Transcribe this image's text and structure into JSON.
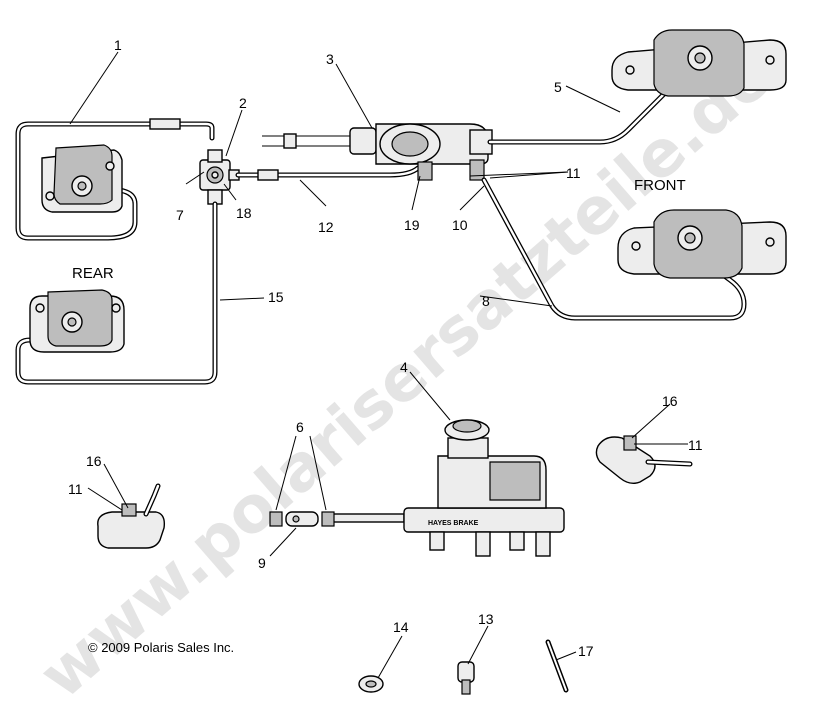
{
  "labels": {
    "rear": "REAR",
    "front": "FRONT",
    "copyright": "© 2009 Polaris Sales Inc.",
    "watermark": "www.polarisersatzteile.de",
    "brand_on_cylinder": "HAYES BRAKE"
  },
  "callouts": {
    "c1": "1",
    "c2": "2",
    "c3": "3",
    "c4": "4",
    "c5": "5",
    "c6": "6",
    "c7": "7",
    "c8": "8",
    "c9": "9",
    "c10": "10",
    "c11a": "11",
    "c11b": "11",
    "c11c": "11",
    "c12": "12",
    "c13": "13",
    "c14": "14",
    "c15": "15",
    "c16a": "16",
    "c16b": "16",
    "c17": "17",
    "c18": "18",
    "c19": "19"
  }
}
